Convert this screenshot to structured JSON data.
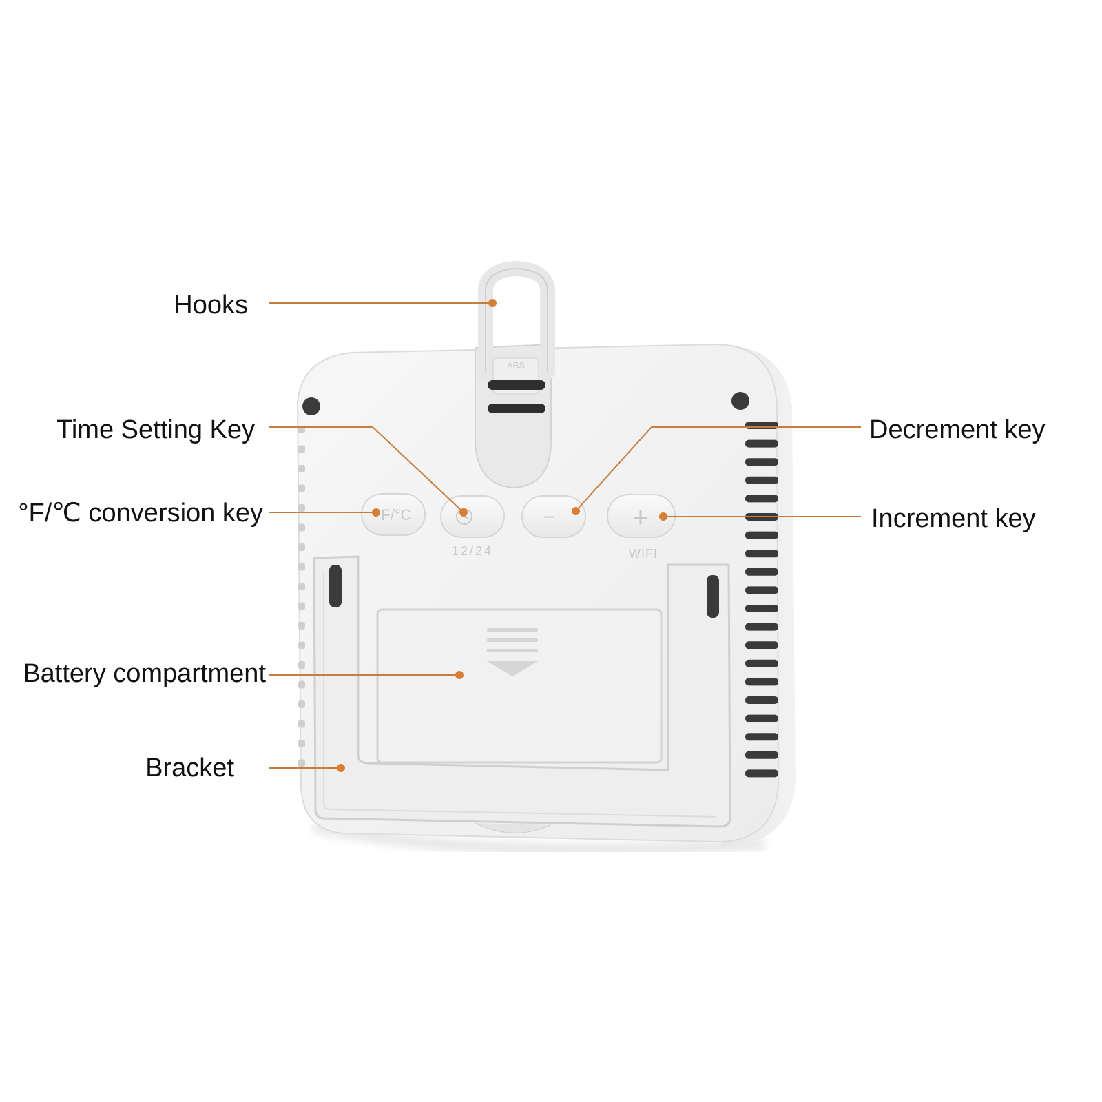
{
  "colors": {
    "leader": "#c87d3e",
    "dot": "#d77f36",
    "device_body": "#f4f4f4",
    "vent": "#3a3a3a",
    "label_text": "#111111"
  },
  "device": {
    "hook_marking": "ABS",
    "buttons": [
      {
        "name": "temp-unit-button",
        "face": "°F/°C",
        "sublabel": ""
      },
      {
        "name": "time-setting-button",
        "face": "",
        "sublabel": "12/24"
      },
      {
        "name": "decrement-button",
        "face": "−",
        "sublabel": ""
      },
      {
        "name": "increment-button",
        "face": "+",
        "sublabel": "WIFI"
      }
    ]
  },
  "callouts": [
    {
      "id": "hooks",
      "text": "Hooks",
      "side": "left"
    },
    {
      "id": "time-setting-key",
      "text": "Time Setting Key",
      "side": "left"
    },
    {
      "id": "temp-conversion-key",
      "text": "°F/℃ conversion key",
      "side": "left"
    },
    {
      "id": "battery-compartment",
      "text": "Battery compartment",
      "side": "left"
    },
    {
      "id": "bracket",
      "text": "Bracket",
      "side": "left"
    },
    {
      "id": "decrement-key",
      "text": "Decrement key",
      "side": "right"
    },
    {
      "id": "increment-key",
      "text": "Increment key",
      "side": "right"
    }
  ]
}
